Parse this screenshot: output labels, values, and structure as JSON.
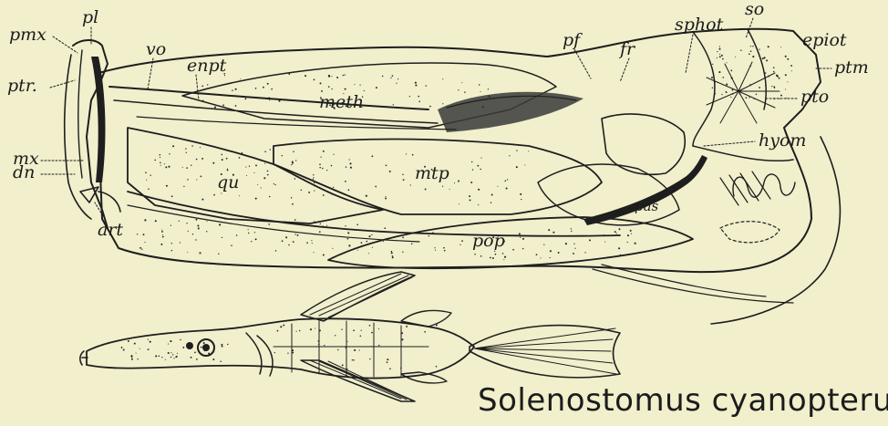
{
  "labels": {
    "pmx": "pmx",
    "pl": "pl",
    "vo": "vo",
    "enpt": "enpt",
    "ptr": "ptr.",
    "mx": "mx",
    "dn": "dn",
    "art": "art",
    "qu": "qu",
    "meth": "meth",
    "mtp": "mtp",
    "pop": "pop",
    "pf": "pf",
    "fr": "fr",
    "sphot": "sphot",
    "so": "so",
    "epiot": "epiot",
    "ptm": "ptm",
    "pto": "pto",
    "hyom": "hyom",
    "pas": "pas"
  },
  "caption": "Solenostomus cyanopterus",
  "colors": {
    "paper": "#f1efcc",
    "ink": "#1e1e1e"
  }
}
